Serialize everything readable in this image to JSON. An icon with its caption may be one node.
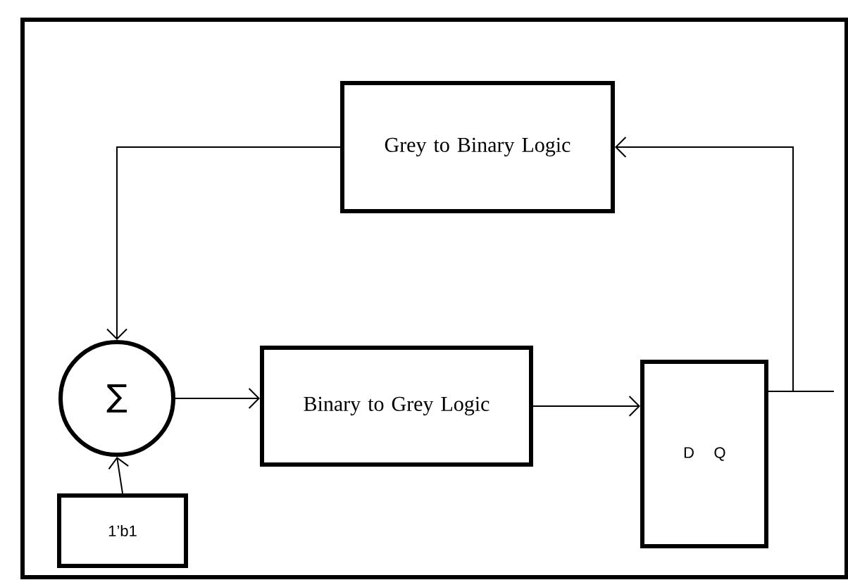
{
  "diagram": {
    "nodes": [
      {
        "text": [
          "Grey to Binary Logic"
        ]
      },
      {
        "text": [
          "∑"
        ]
      },
      {
        "text": [
          "Binary to Grey Logic"
        ]
      },
      {
        "text": [
          "D",
          "Q"
        ]
      },
      {
        "text": [
          "1’b1"
        ]
      }
    ],
    "edges": [
      {
        "from": 0,
        "to": 1,
        "arrow": "to"
      },
      {
        "from": 1,
        "to": 2,
        "arrow": "to"
      },
      {
        "from": 2,
        "to": 3,
        "arrow": "to"
      },
      {
        "from": 3,
        "to": 0,
        "arrow": "to"
      },
      {
        "from": 3,
        "to": null,
        "arrow": "none"
      },
      {
        "from": 4,
        "to": 1,
        "arrow": "to"
      }
    ]
  }
}
